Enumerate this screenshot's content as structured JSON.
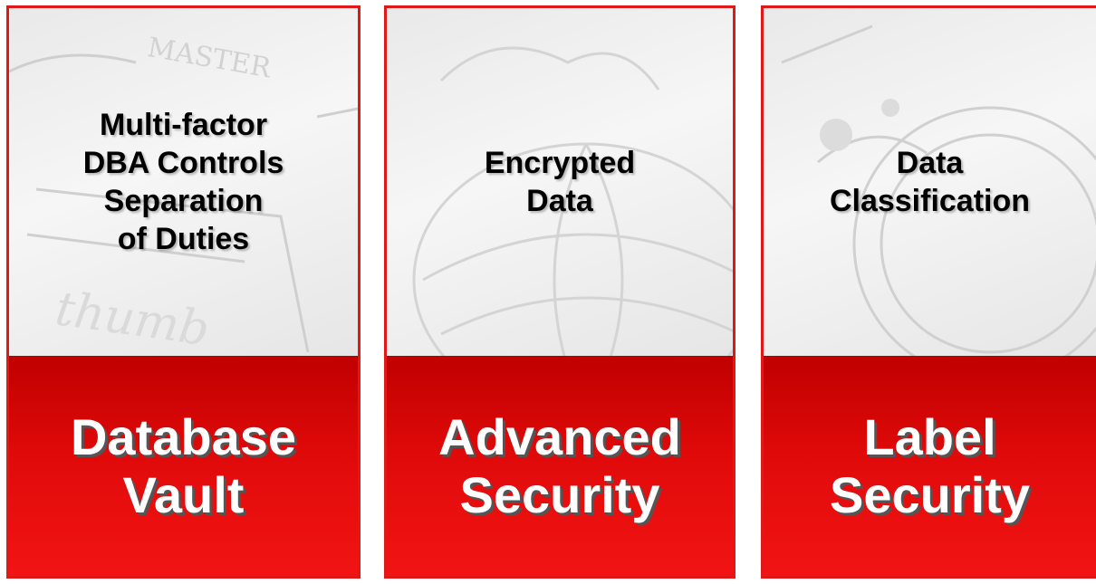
{
  "cards": [
    {
      "feature_lines": [
        "Multi-factor",
        "DBA Controls",
        "Separation",
        "of Duties"
      ],
      "product_lines": [
        "Database",
        "Vault"
      ],
      "background_words": [
        "MASTER",
        "thumb"
      ]
    },
    {
      "feature_lines": [
        "Encrypted",
        "Data"
      ],
      "product_lines": [
        "Advanced",
        "Security"
      ]
    },
    {
      "feature_lines": [
        "Data",
        "Classification"
      ],
      "product_lines": [
        "Label",
        "Security"
      ]
    }
  ],
  "colors": {
    "border": "#e01818",
    "band_top": "#c00000",
    "band_bottom": "#f21414",
    "product_text": "#ffffff",
    "feature_text": "#000000"
  }
}
